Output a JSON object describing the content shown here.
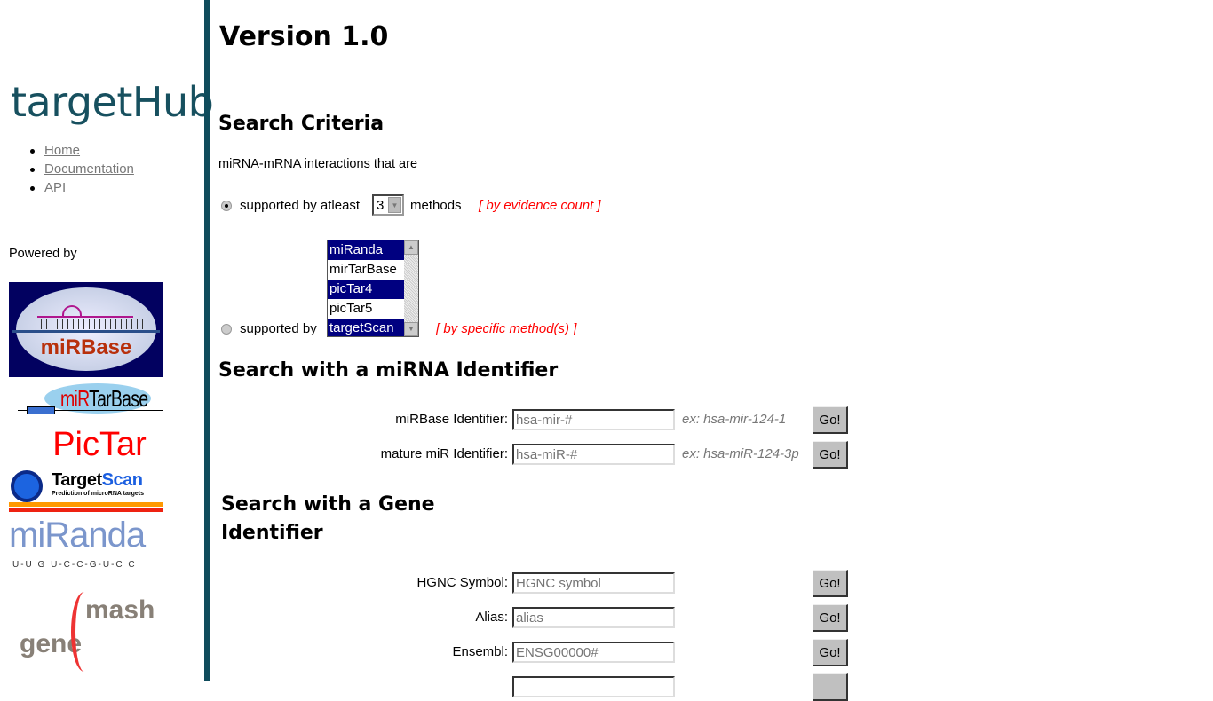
{
  "sidebar": {
    "brand": "targetHub",
    "nav": [
      {
        "label": "Home"
      },
      {
        "label": "Documentation"
      },
      {
        "label": "API"
      }
    ],
    "powered_by": "Powered by",
    "logos": [
      "miRBase",
      "miRTarBase",
      "PicTar",
      "TargetScan",
      "miRanda",
      "genemash"
    ],
    "logo_text": {
      "targetscan_sub": "Prediction of microRNA targets",
      "miranda_seq": "U-U G U-C-C-G-U-C C"
    }
  },
  "main": {
    "version": "Version 1.0",
    "criteria": {
      "heading": "Search Criteria",
      "intro": "miRNA-mRNA interactions that are",
      "option1": {
        "prefix": "supported by atleast",
        "selected": "3",
        "suffix": "methods",
        "note": "[ by evidence count ]",
        "checked": true
      },
      "option2": {
        "prefix": "supported by",
        "note": "[ by specific method(s) ]",
        "checked": false,
        "methods": [
          {
            "label": "miRanda",
            "selected": true
          },
          {
            "label": "mirTarBase",
            "selected": false
          },
          {
            "label": "picTar4",
            "selected": true
          },
          {
            "label": "picTar5",
            "selected": false
          },
          {
            "label": "targetScan",
            "selected": true
          }
        ]
      }
    },
    "mirna": {
      "heading": "Search with a miRNA Identifier",
      "rows": [
        {
          "label": "miRBase Identifier:",
          "placeholder": "hsa-mir-#",
          "example": "ex: hsa-mir-124-1",
          "button": "Go!"
        },
        {
          "label": "mature miR Identifier:",
          "placeholder": "hsa-miR-#",
          "example": "ex: hsa-miR-124-3p",
          "button": "Go!"
        }
      ]
    },
    "gene": {
      "heading_line1": "Search with a Gene",
      "heading_line2": "Identifier",
      "rows": [
        {
          "label": "HGNC Symbol:",
          "placeholder": "HGNC symbol",
          "button": "Go!"
        },
        {
          "label": "Alias:",
          "placeholder": "alias",
          "button": "Go!"
        },
        {
          "label": "Ensembl:",
          "placeholder": "ENSG00000#",
          "button": "Go!"
        }
      ]
    }
  }
}
